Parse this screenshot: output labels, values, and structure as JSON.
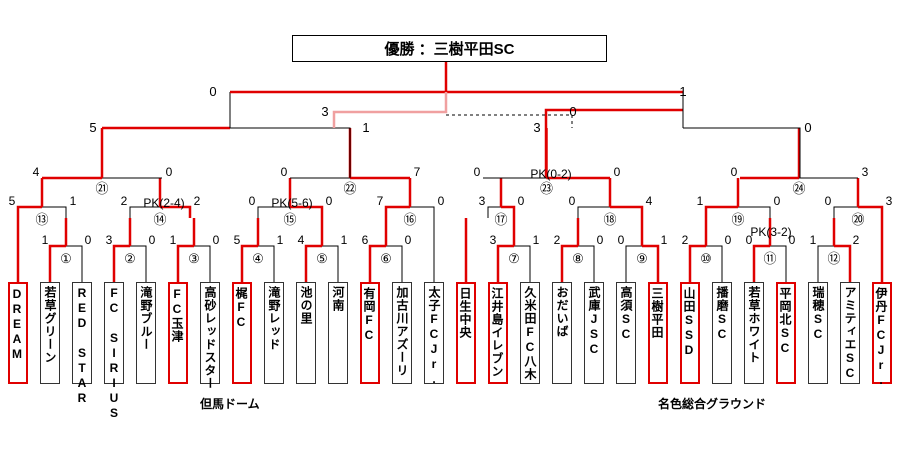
{
  "title": "優勝 ：三樹平田SC",
  "colors": {
    "winner": "#e00000",
    "line": "#000000",
    "pink": "#f0a0a0"
  },
  "venues": {
    "left": "但馬ドーム",
    "right": "名色総合グラウンド"
  },
  "teams": [
    "DREAM",
    "若草グリーン",
    "RED STAR",
    "FC SIRIUS",
    "滝野ブルー",
    "FC玉津",
    "高砂レッドスター",
    "梶FC",
    "滝野レッド",
    "池の里",
    "河南",
    "有岡FC",
    "加古川アズーリ",
    "太子FCJr.",
    "日生中央",
    "江井島イレブン",
    "久米田FC八木",
    "おだいば",
    "武庫JSC",
    "高須SC",
    "三樹平田",
    "山田SSD",
    "播磨SC",
    "若草ホワイト",
    "平岡北SC",
    "瑞穂SC",
    "アミティエSC",
    "伊丹FCJr."
  ],
  "winners": [
    0,
    5,
    7,
    11,
    14,
    15,
    20,
    21,
    24,
    27
  ],
  "match_labels": [
    "①",
    "②",
    "③",
    "④",
    "⑤",
    "⑥",
    "⑦",
    "⑧",
    "⑨",
    "⑩",
    "⑪",
    "⑫",
    "⑬",
    "⑭",
    "⑮",
    "⑯",
    "⑰",
    "⑱",
    "⑲",
    "⑳",
    "㉑",
    "㉒",
    "㉓",
    "㉔"
  ],
  "scores": {
    "m1": [
      "1",
      "0"
    ],
    "m2": [
      "3",
      "0"
    ],
    "m3": [
      "1",
      "0"
    ],
    "m4": [
      "5",
      "1"
    ],
    "m5": [
      "4",
      "1"
    ],
    "m6": [
      "6",
      "0"
    ],
    "m7": [
      "3",
      "1"
    ],
    "m8": [
      "2",
      "0"
    ],
    "m9": [
      "0",
      "1"
    ],
    "m10": [
      "2",
      "0"
    ],
    "m11": [
      "0",
      "0"
    ],
    "m12": [
      "1",
      "2"
    ],
    "m13": [
      "5",
      "1"
    ],
    "m14": [
      "2",
      "2"
    ],
    "m15": [
      "0",
      "0"
    ],
    "m16": [
      "7",
      "0"
    ],
    "m17": [
      "3",
      "0"
    ],
    "m18": [
      "0",
      "4"
    ],
    "m19": [
      "1",
      "0"
    ],
    "m20": [
      "0",
      "3"
    ],
    "m21": [
      "4",
      "0"
    ],
    "m22": [
      "0",
      "7"
    ],
    "m23": [
      "0",
      "0"
    ],
    "m24": [
      "0",
      "3"
    ],
    "qf_left": [
      "5",
      "1"
    ],
    "qf_right": [
      "3",
      "0"
    ],
    "sf_top": [
      "0",
      "1"
    ],
    "sf_mid": [
      "3",
      "0"
    ]
  },
  "pk_notes": {
    "m11": "PK(3-2)",
    "m14": "PK(2-4)",
    "m15": "PK(5-6)",
    "m23": "PK(0-2)"
  }
}
